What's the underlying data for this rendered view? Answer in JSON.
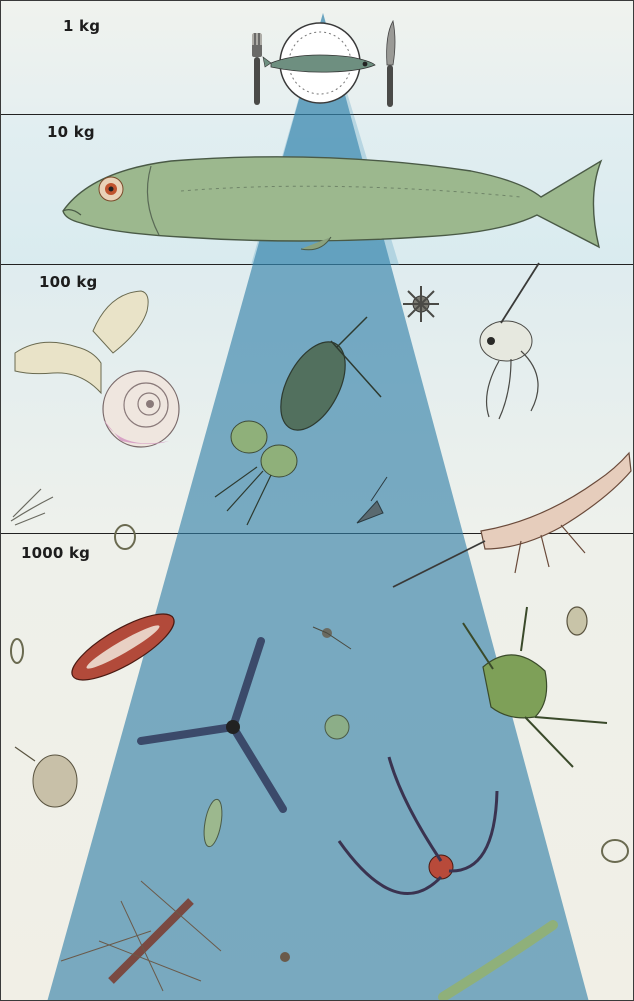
{
  "tiers": [
    {
      "label": "1 kg",
      "subject": "plate-with-fish"
    },
    {
      "label": "10 kg",
      "subject": "fish"
    },
    {
      "label": "100 kg",
      "subject": "zooplankton"
    },
    {
      "label": "1000 kg",
      "subject": "phytoplankton"
    }
  ],
  "colors": {
    "background": "#f2f0e6",
    "pyramid": "#2f7ea6",
    "water_tint": "#d9ecef",
    "fish_body": "#9cb88e",
    "snail_shell": "#d8a3c6"
  }
}
